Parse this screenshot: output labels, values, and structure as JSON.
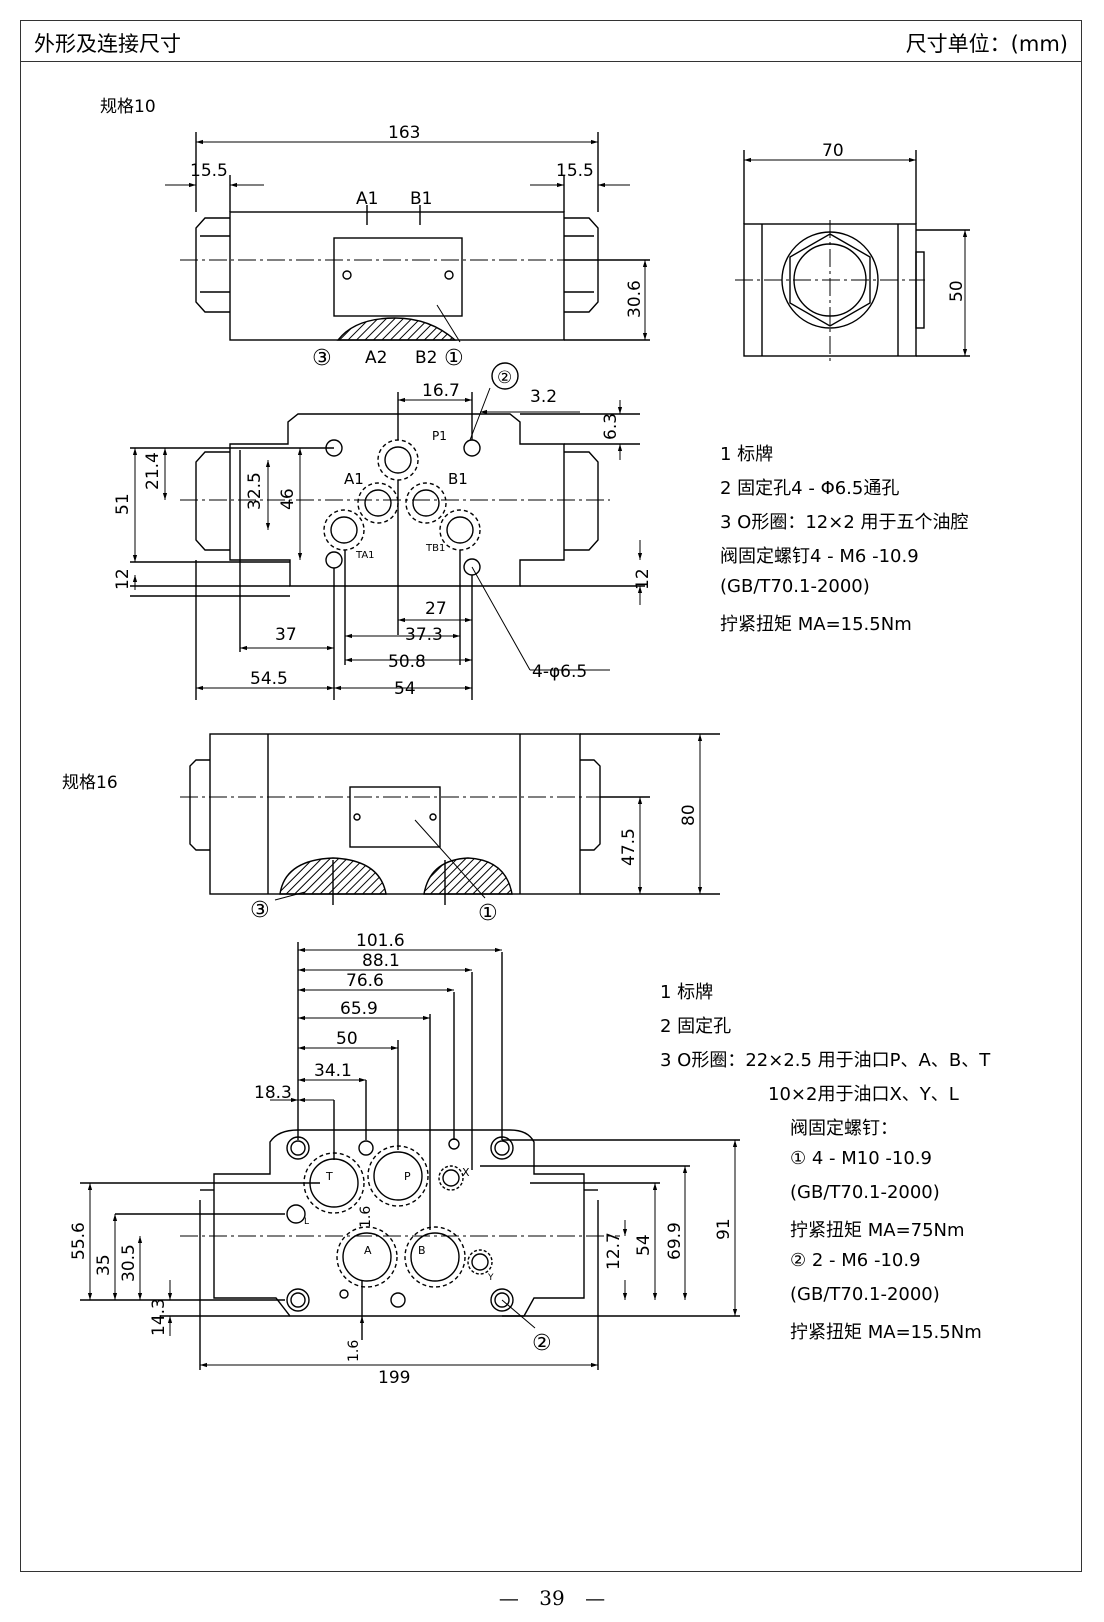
{
  "header": {
    "title": "外形及连接尺寸",
    "unit": "尺寸单位：(mm)"
  },
  "page_number": "39",
  "page_number_dash_left": "—",
  "page_number_dash_right": "—",
  "spec10": {
    "label": "规格10",
    "front": {
      "dim_163": "163",
      "dim_15_5_left": "15.5",
      "dim_15_5_right": "15.5",
      "A1": "A1",
      "B1": "B1",
      "A2": "A2",
      "B2": "B2",
      "dim_30_6": "30.6",
      "callout_3": "③",
      "callout_1": "①"
    },
    "side": {
      "dim_70": "70",
      "dim_50": "50"
    },
    "bottom": {
      "dim_16_7": "16.7",
      "dim_3_2": "3.2",
      "dim_6_3": "6.3",
      "callout_2": "②",
      "P1": "P1",
      "A1": "A1",
      "B1": "B1",
      "TA1": "TA1",
      "TB1": "TB1",
      "dim_51": "51",
      "dim_21_4": "21.4",
      "dim_32_5": "32.5",
      "dim_46": "46",
      "dim_12_left": "12",
      "dim_12_right": "12",
      "dim_37": "37",
      "dim_27": "27",
      "dim_37_3": "37.3",
      "dim_50_8": "50.8",
      "dim_54_5": "54.5",
      "dim_54": "54",
      "hole_label": "4-φ6.5"
    },
    "notes": [
      "1  标牌",
      "2  固定孔4 - Φ6.5通孔",
      "3  O形圈：12×2 用于五个油腔",
      "阀固定螺钉4 - M6 -10.9",
      "(GB/T70.1-2000)",
      "拧紧扭矩 MA=15.5Nm"
    ]
  },
  "spec16": {
    "label": "规格16",
    "front": {
      "dim_80": "80",
      "dim_47_5": "47.5",
      "callout_3": "③",
      "callout_1": "①"
    },
    "bottom": {
      "dim_101_6": "101.6",
      "dim_88_1": "88.1",
      "dim_76_6": "76.6",
      "dim_65_9": "65.9",
      "dim_50": "50",
      "dim_34_1": "34.1",
      "dim_18_3": "18.3",
      "T": "T",
      "P": "P",
      "A": "A",
      "B": "B",
      "X": "X",
      "Y": "Y",
      "L": "L",
      "dim_1_6_a": "1.6",
      "dim_1_6_b": "1.6",
      "dim_55_6": "55.6",
      "dim_35": "35",
      "dim_30_5": "30.5",
      "dim_14_3": "14.3",
      "dim_12_7": "12.7",
      "dim_54": "54",
      "dim_69_9": "69.9",
      "dim_91": "91",
      "dim_199": "199",
      "callout_2": "②"
    },
    "notes": [
      "1  标牌",
      "2  固定孔",
      "3  O形圈：22×2.5 用于油口P、A、B、T",
      "10×2用于油口X、Y、L",
      "阀固定螺钉：",
      "① 4 - M10 -10.9",
      "(GB/T70.1-2000)",
      "拧紧扭矩 MA=75Nm",
      "② 2 - M6 -10.9",
      "(GB/T70.1-2000)",
      "拧紧扭矩 MA=15.5Nm"
    ]
  }
}
